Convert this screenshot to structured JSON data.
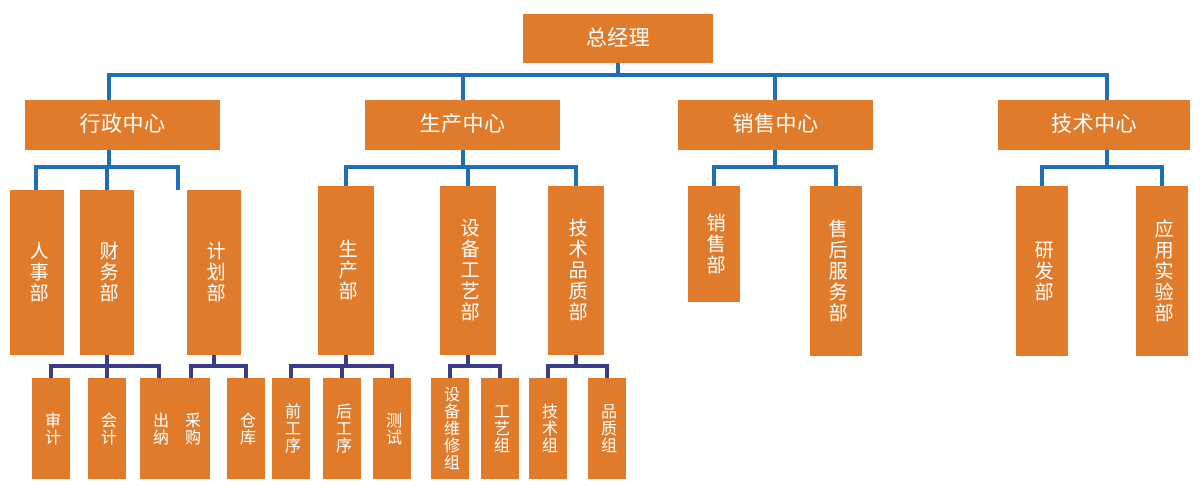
{
  "chart_data": {
    "type": "diagram",
    "title": "组织结构图",
    "diagram_kind": "organization-chart",
    "colors": {
      "node_fill": "#e07b2c",
      "node_text": "#ffffff",
      "connector_primary": "#1f6fb8",
      "connector_secondary": "#3b3b8c",
      "background": "#ffffff"
    },
    "levels": 4,
    "nodes": [
      {
        "id": "gm",
        "label": "总经理",
        "level": 1,
        "parent": null
      },
      {
        "id": "admin",
        "label": "行政中心",
        "level": 2,
        "parent": "gm"
      },
      {
        "id": "prod",
        "label": "生产中心",
        "level": 2,
        "parent": "gm"
      },
      {
        "id": "sales",
        "label": "销售中心",
        "level": 2,
        "parent": "gm"
      },
      {
        "id": "tech",
        "label": "技术中心",
        "level": 2,
        "parent": "gm"
      },
      {
        "id": "hr",
        "label": "人事部",
        "level": 3,
        "parent": "admin"
      },
      {
        "id": "finance",
        "label": "财务部",
        "level": 3,
        "parent": "admin"
      },
      {
        "id": "plan",
        "label": "计划部",
        "level": 3,
        "parent": "admin"
      },
      {
        "id": "prod-dept",
        "label": "生产部",
        "level": 3,
        "parent": "prod"
      },
      {
        "id": "equip",
        "label": "设备工艺部",
        "level": 3,
        "parent": "prod"
      },
      {
        "id": "quality",
        "label": "技术品质部",
        "level": 3,
        "parent": "prod"
      },
      {
        "id": "sales-dept",
        "label": "销售部",
        "level": 3,
        "parent": "sales"
      },
      {
        "id": "aftersales",
        "label": "售后服务部",
        "level": 3,
        "parent": "sales"
      },
      {
        "id": "rnd",
        "label": "研发部",
        "level": 3,
        "parent": "tech"
      },
      {
        "id": "applab",
        "label": "应用实验部",
        "level": 3,
        "parent": "tech"
      },
      {
        "id": "audit",
        "label": "审计",
        "level": 4,
        "parent": "finance"
      },
      {
        "id": "accounting",
        "label": "会计",
        "level": 4,
        "parent": "finance"
      },
      {
        "id": "cashier",
        "label": "出纳",
        "level": 4,
        "parent": "finance"
      },
      {
        "id": "purchase",
        "label": "采购",
        "level": 4,
        "parent": "plan"
      },
      {
        "id": "warehouse",
        "label": "仓库",
        "level": 4,
        "parent": "plan"
      },
      {
        "id": "front-proc",
        "label": "前工序",
        "level": 4,
        "parent": "prod-dept"
      },
      {
        "id": "rear-proc",
        "label": "后工序",
        "level": 4,
        "parent": "prod-dept"
      },
      {
        "id": "testing",
        "label": "测试",
        "level": 4,
        "parent": "prod-dept"
      },
      {
        "id": "maint",
        "label": "设备维修组",
        "level": 4,
        "parent": "equip"
      },
      {
        "id": "process-grp",
        "label": "工艺组",
        "level": 4,
        "parent": "equip"
      },
      {
        "id": "tech-grp",
        "label": "技术组",
        "level": 4,
        "parent": "quality"
      },
      {
        "id": "quality-grp",
        "label": "品质组",
        "level": 4,
        "parent": "quality"
      }
    ]
  },
  "nodes": {
    "gm": "总经理",
    "admin": "行政中心",
    "prod": "生产中心",
    "sales": "销售中心",
    "tech": "技术中心",
    "hr": "人事部",
    "finance": "财务部",
    "plan": "计划部",
    "prod_dept": "生产部",
    "equip": "设备工艺部",
    "quality": "技术品质部",
    "sales_dept": "销售部",
    "aftersales": "售后服务部",
    "rnd": "研发部",
    "applab": "应用实验部",
    "audit": "审计",
    "accounting": "会计",
    "cashier": "出纳",
    "purchase": "采购",
    "warehouse": "仓库",
    "front_proc": "前工序",
    "rear_proc": "后工序",
    "testing": "测试",
    "maint": "设备维修组",
    "process_grp": "工艺组",
    "tech_grp": "技术组",
    "quality_grp": "品质组"
  }
}
